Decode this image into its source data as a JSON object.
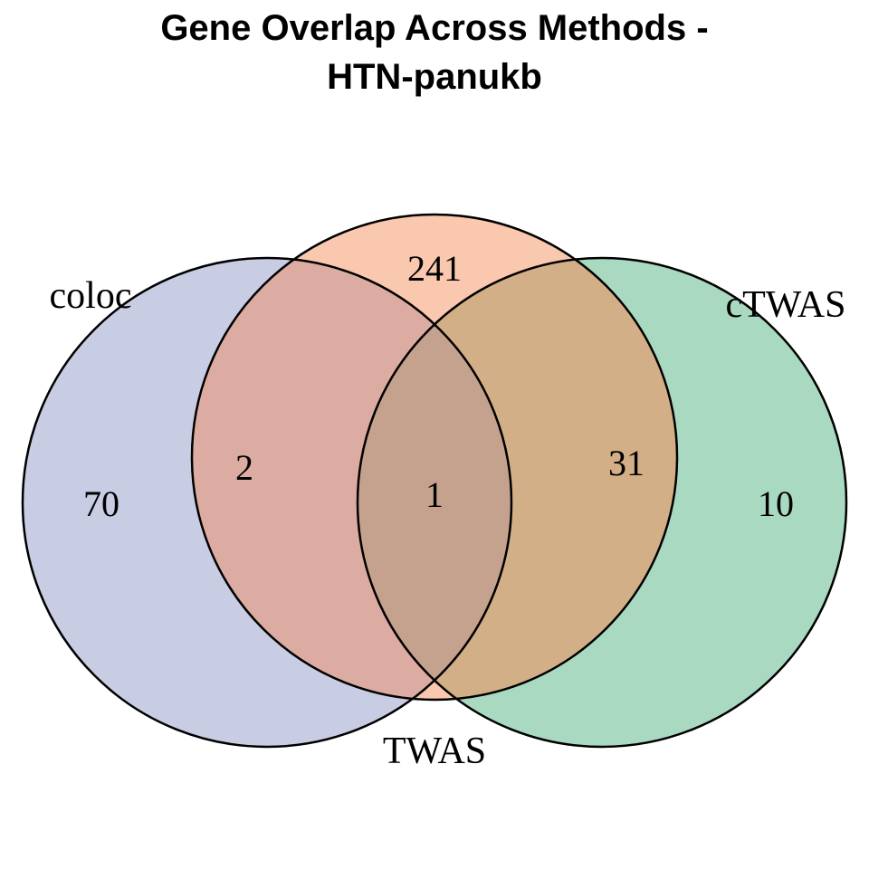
{
  "title": {
    "line1": "Gene Overlap Across Methods -",
    "line2": "HTN-panukb"
  },
  "venn": {
    "labels": {
      "coloc": "coloc",
      "twas": "TWAS",
      "ctwas": "cTWAS"
    },
    "counts": {
      "coloc_only": "70",
      "twas_only": "241",
      "ctwas_only": "10",
      "coloc_twas": "2",
      "twas_ctwas": "31",
      "all_three": "1"
    }
  },
  "colors": {
    "coloc_fill": "#c9cde3",
    "twas_fill": "#f9c8ae",
    "ctwas_fill": "#a9d9c1",
    "coloc_twas_fill": "#dcaba1",
    "twas_ctwas_fill": "#d3af88",
    "all_three_fill": "#c5a28d",
    "outline": "#000000"
  },
  "chart_data": {
    "type": "venn",
    "title": "Gene Overlap Across Methods - HTN-panukb",
    "sets": [
      "coloc",
      "TWAS",
      "cTWAS"
    ],
    "regions": {
      "coloc_only": 70,
      "TWAS_only": 241,
      "cTWAS_only": 10,
      "coloc_and_TWAS_only": 2,
      "TWAS_and_cTWAS_only": 31,
      "coloc_and_cTWAS_only": 0,
      "coloc_and_TWAS_and_cTWAS": 1
    },
    "legend_position": "none",
    "notes": "Three-set Venn diagram; coloc circle lavender-blue (left), TWAS circle peach (center/top), cTWAS circle mint-green (right); overlap regions shaded rose (coloc-TWAS), tan (TWAS-cTWAS), brown (triple)."
  }
}
